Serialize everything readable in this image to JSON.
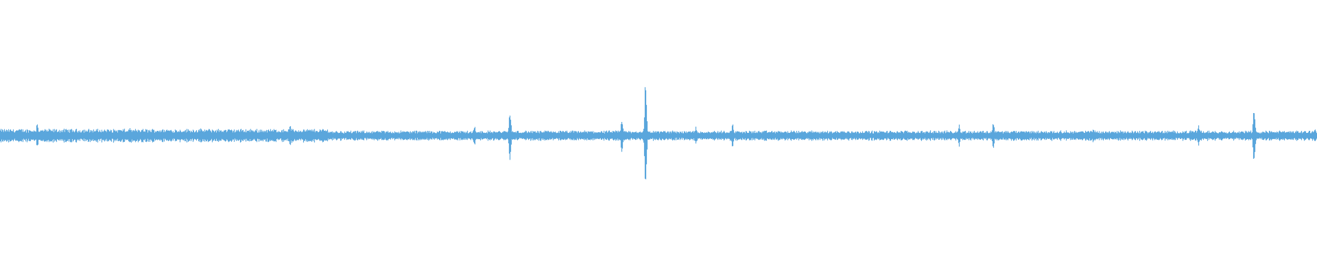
{
  "waveform": {
    "color": "#5aa6dc",
    "background": "#ffffff",
    "baseline_amplitude": 0.02,
    "spikes": [
      {
        "position": 0.028,
        "amplitude": 0.05
      },
      {
        "position": 0.098,
        "amplitude": 0.035
      },
      {
        "position": 0.22,
        "amplitude": 0.04
      },
      {
        "position": 0.36,
        "amplitude": 0.04
      },
      {
        "position": 0.387,
        "amplitude": 0.11
      },
      {
        "position": 0.472,
        "amplitude": 0.07
      },
      {
        "position": 0.49,
        "amplitude": 0.22
      },
      {
        "position": 0.528,
        "amplitude": 0.035
      },
      {
        "position": 0.556,
        "amplitude": 0.05
      },
      {
        "position": 0.728,
        "amplitude": 0.05
      },
      {
        "position": 0.754,
        "amplitude": 0.06
      },
      {
        "position": 0.83,
        "amplitude": 0.03
      },
      {
        "position": 0.91,
        "amplitude": 0.04
      },
      {
        "position": 0.952,
        "amplitude": 0.12
      },
      {
        "position": 0.998,
        "amplitude": 0.03
      }
    ]
  }
}
